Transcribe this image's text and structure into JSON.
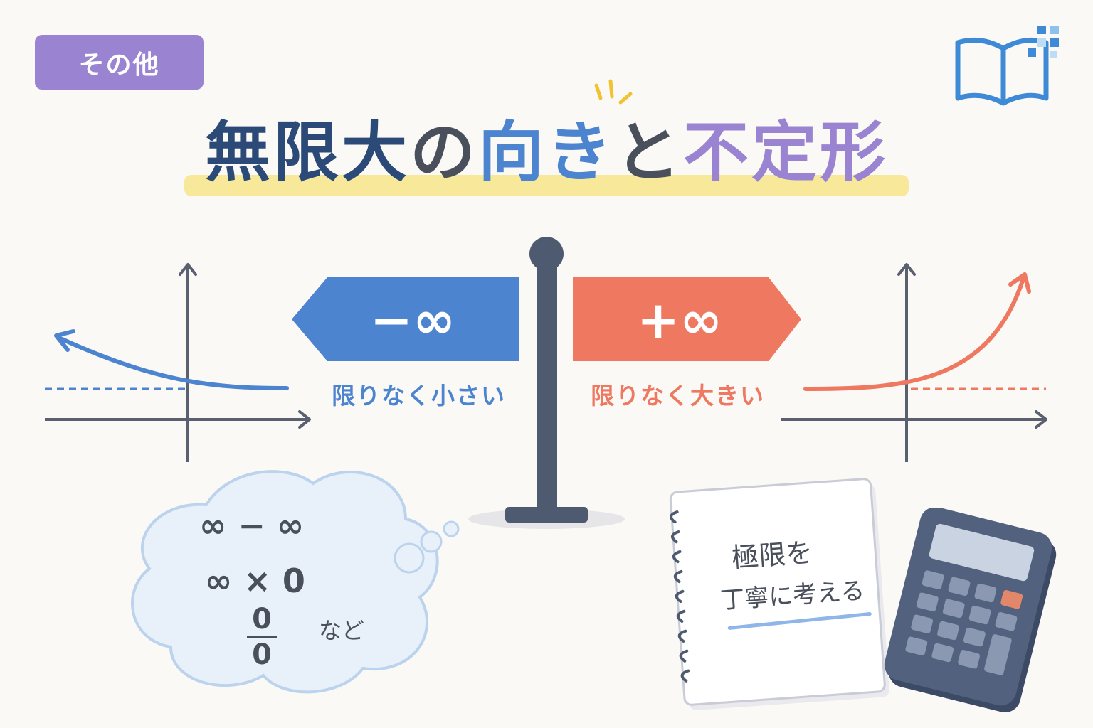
{
  "category": {
    "label": "その他"
  },
  "title": {
    "part1": "無限大",
    "part2": "の",
    "part3": "向き",
    "part4": "と",
    "part5": "不定形"
  },
  "signs": {
    "minus": {
      "label": "−∞",
      "caption": "限りなく小さい",
      "color": "#4d84cf"
    },
    "plus": {
      "label": "+∞",
      "caption": "限りなく大きい",
      "color": "#ee7860"
    }
  },
  "thought_bubble": {
    "expr1": "∞ − ∞",
    "expr2": "∞ × 0",
    "fraction": {
      "numerator": "0",
      "denominator": "0"
    },
    "etc": "など"
  },
  "notebook": {
    "line1": "極限を",
    "line2": "丁寧に考える"
  },
  "icons": [
    "book-icon",
    "sparkle-icon",
    "signpost-icon",
    "notebook-icon",
    "calculator-icon"
  ],
  "colors": {
    "accent_purple": "#9a84d2",
    "accent_blue": "#4d84cf",
    "accent_red": "#ee7860",
    "dark_navy": "#2b4a78",
    "highlight_yellow": "#f7e58a"
  }
}
